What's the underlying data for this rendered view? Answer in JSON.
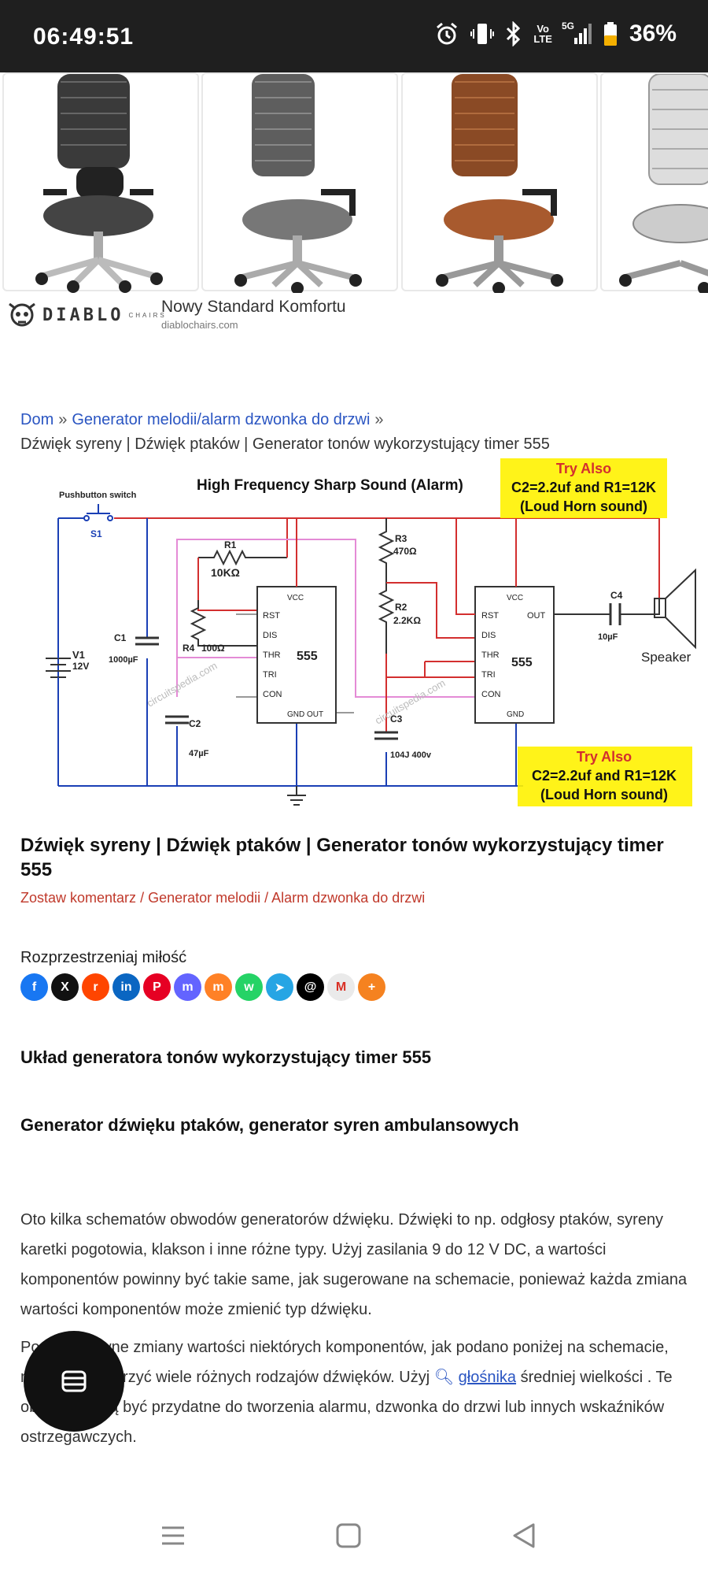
{
  "status": {
    "time": "06:49:51",
    "battery": "36%",
    "volte": "Vo\nLTE",
    "network": "5G"
  },
  "ad": {
    "brand": "DIABLO",
    "brand_sub": "CHAIRS",
    "title": "Nowy Standard Komfortu",
    "url": "diablochairs.com"
  },
  "breadcrumb": {
    "home": "Dom",
    "sep": "»",
    "category": "Generator melodii/alarm dzwonka do drzwi",
    "current": "Dźwięk syreny | Dźwięk ptaków | Generator tonów wykorzystujący timer 555"
  },
  "schematic": {
    "title": "High Frequency Sharp Sound (Alarm)",
    "switch_label": "Pushbutton switch",
    "s1": "S1",
    "v1": "V1",
    "v1_val": "12V",
    "c1": "C1",
    "c1_val": "1000µF",
    "r1": "R1",
    "r1_val": "10KΩ",
    "r4": "R4",
    "r4_val": "100Ω",
    "c2": "C2",
    "c2_val": "47µF",
    "r3": "R3",
    "r3_val": "470Ω",
    "r2": "R2",
    "r2_val": "2.2KΩ",
    "c3": "C3",
    "c3_val": "104J 400v",
    "c4": "C4",
    "c4_val": "10µF",
    "speaker": "Speaker",
    "ic": "555",
    "vcc": "VCC",
    "rst": "RST",
    "dis": "DIS",
    "thr": "THR",
    "tri": "TRI",
    "con": "CON",
    "gnd": "GND",
    "out": "OUT",
    "gnd_out": "GND OUT",
    "try1": "Try Also",
    "try2": "C2=2.2uf and R1=12K",
    "try3": "(Loud Horn sound)",
    "watermark": "circuitspedia.com",
    "colors": {
      "wire_red": "#d32f2f",
      "wire_blue": "#1a3fb5",
      "wire_pink": "#e48bd6",
      "highlight": "#fff200"
    }
  },
  "article": {
    "title": "Dźwięk syreny | Dźwięk ptaków | Generator tonów wykorzystujący timer 555",
    "meta_comment": "Zostaw komentarz",
    "meta_sep": " / ",
    "meta_cat": "Generator melodii / Alarm dzwonka do drzwi",
    "share_label": "Rozprzestrzeniaj miłość",
    "h2_a": "Układ generatora tonów wykorzystujący timer 555",
    "h2_b": "Generator dźwięku ptaków, generator syren ambulansowych",
    "p1": "Oto kilka schematów obwodów generatorów dźwięku. Dźwięki to np. odgłosy ptaków, syreny karetki pogotowia, klakson i inne różne typy. Użyj zasilania 9 do 12 V DC, a wartości komponentów powinny być takie same, jak sugerowane na schemacie, ponieważ każda zmiana wartości komponentów może zmienić typ dźwięku.",
    "p2_a": "Poprzez pewne zmiany wartości niektórych komponentów, jak podano poniżej na schemacie, możesz wytworzyć wiele różnych rodzajów dźwięków. Użyj ",
    "p2_link": "głośnika",
    "p2_b": " średniej wielkości . Te obwody mogą być przydatne do tworzenia alarmu, dzwonka do drzwi lub innych wskaźników ostrzegawczych."
  },
  "share": [
    {
      "name": "facebook",
      "glyph": "f",
      "color": "#1877f2"
    },
    {
      "name": "x",
      "glyph": "X",
      "color": "#111111"
    },
    {
      "name": "reddit",
      "glyph": "r",
      "color": "#ff4500"
    },
    {
      "name": "linkedin",
      "glyph": "in",
      "color": "#0a66c2"
    },
    {
      "name": "pinterest",
      "glyph": "P",
      "color": "#e60023"
    },
    {
      "name": "mastodon",
      "glyph": "m",
      "color": "#6364ff"
    },
    {
      "name": "mix",
      "glyph": "m",
      "color": "#ff8126"
    },
    {
      "name": "whatsapp",
      "glyph": "w",
      "color": "#25d366"
    },
    {
      "name": "telegram",
      "glyph": "➤",
      "color": "#26a5e4"
    },
    {
      "name": "threads",
      "glyph": "@",
      "color": "#000000"
    },
    {
      "name": "gmail",
      "glyph": "M",
      "color": "#eaeaea"
    },
    {
      "name": "more",
      "glyph": "+",
      "color": "#f58220"
    }
  ]
}
